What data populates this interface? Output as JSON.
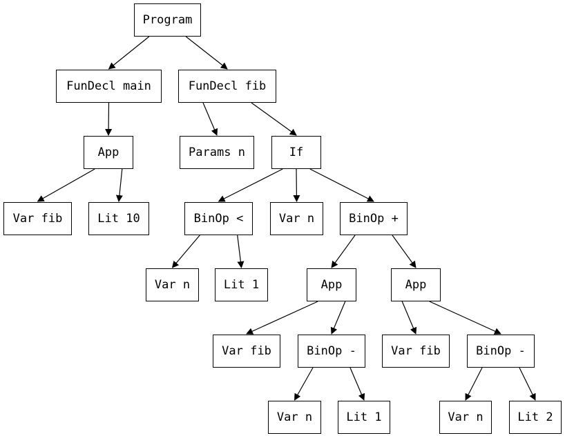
{
  "nodes": [
    "Program",
    "FunDecl main",
    "FunDecl fib",
    "App",
    "Var fib",
    "Lit 10",
    "Params n",
    "If",
    "BinOp <",
    "Var n",
    "BinOp +",
    "Var n",
    "Lit 1",
    "App",
    "App",
    "Var fib",
    "BinOp -",
    "Var fib",
    "BinOp -",
    "Var n",
    "Lit 1",
    "Var n",
    "Lit 2"
  ],
  "edges": [
    [
      0,
      1
    ],
    [
      0,
      2
    ],
    [
      1,
      3
    ],
    [
      3,
      4
    ],
    [
      3,
      5
    ],
    [
      2,
      6
    ],
    [
      2,
      7
    ],
    [
      7,
      8
    ],
    [
      7,
      9
    ],
    [
      7,
      10
    ],
    [
      8,
      11
    ],
    [
      8,
      12
    ],
    [
      10,
      13
    ],
    [
      10,
      14
    ],
    [
      13,
      15
    ],
    [
      13,
      16
    ],
    [
      14,
      17
    ],
    [
      14,
      18
    ],
    [
      16,
      19
    ],
    [
      16,
      20
    ],
    [
      18,
      21
    ],
    [
      18,
      22
    ]
  ]
}
